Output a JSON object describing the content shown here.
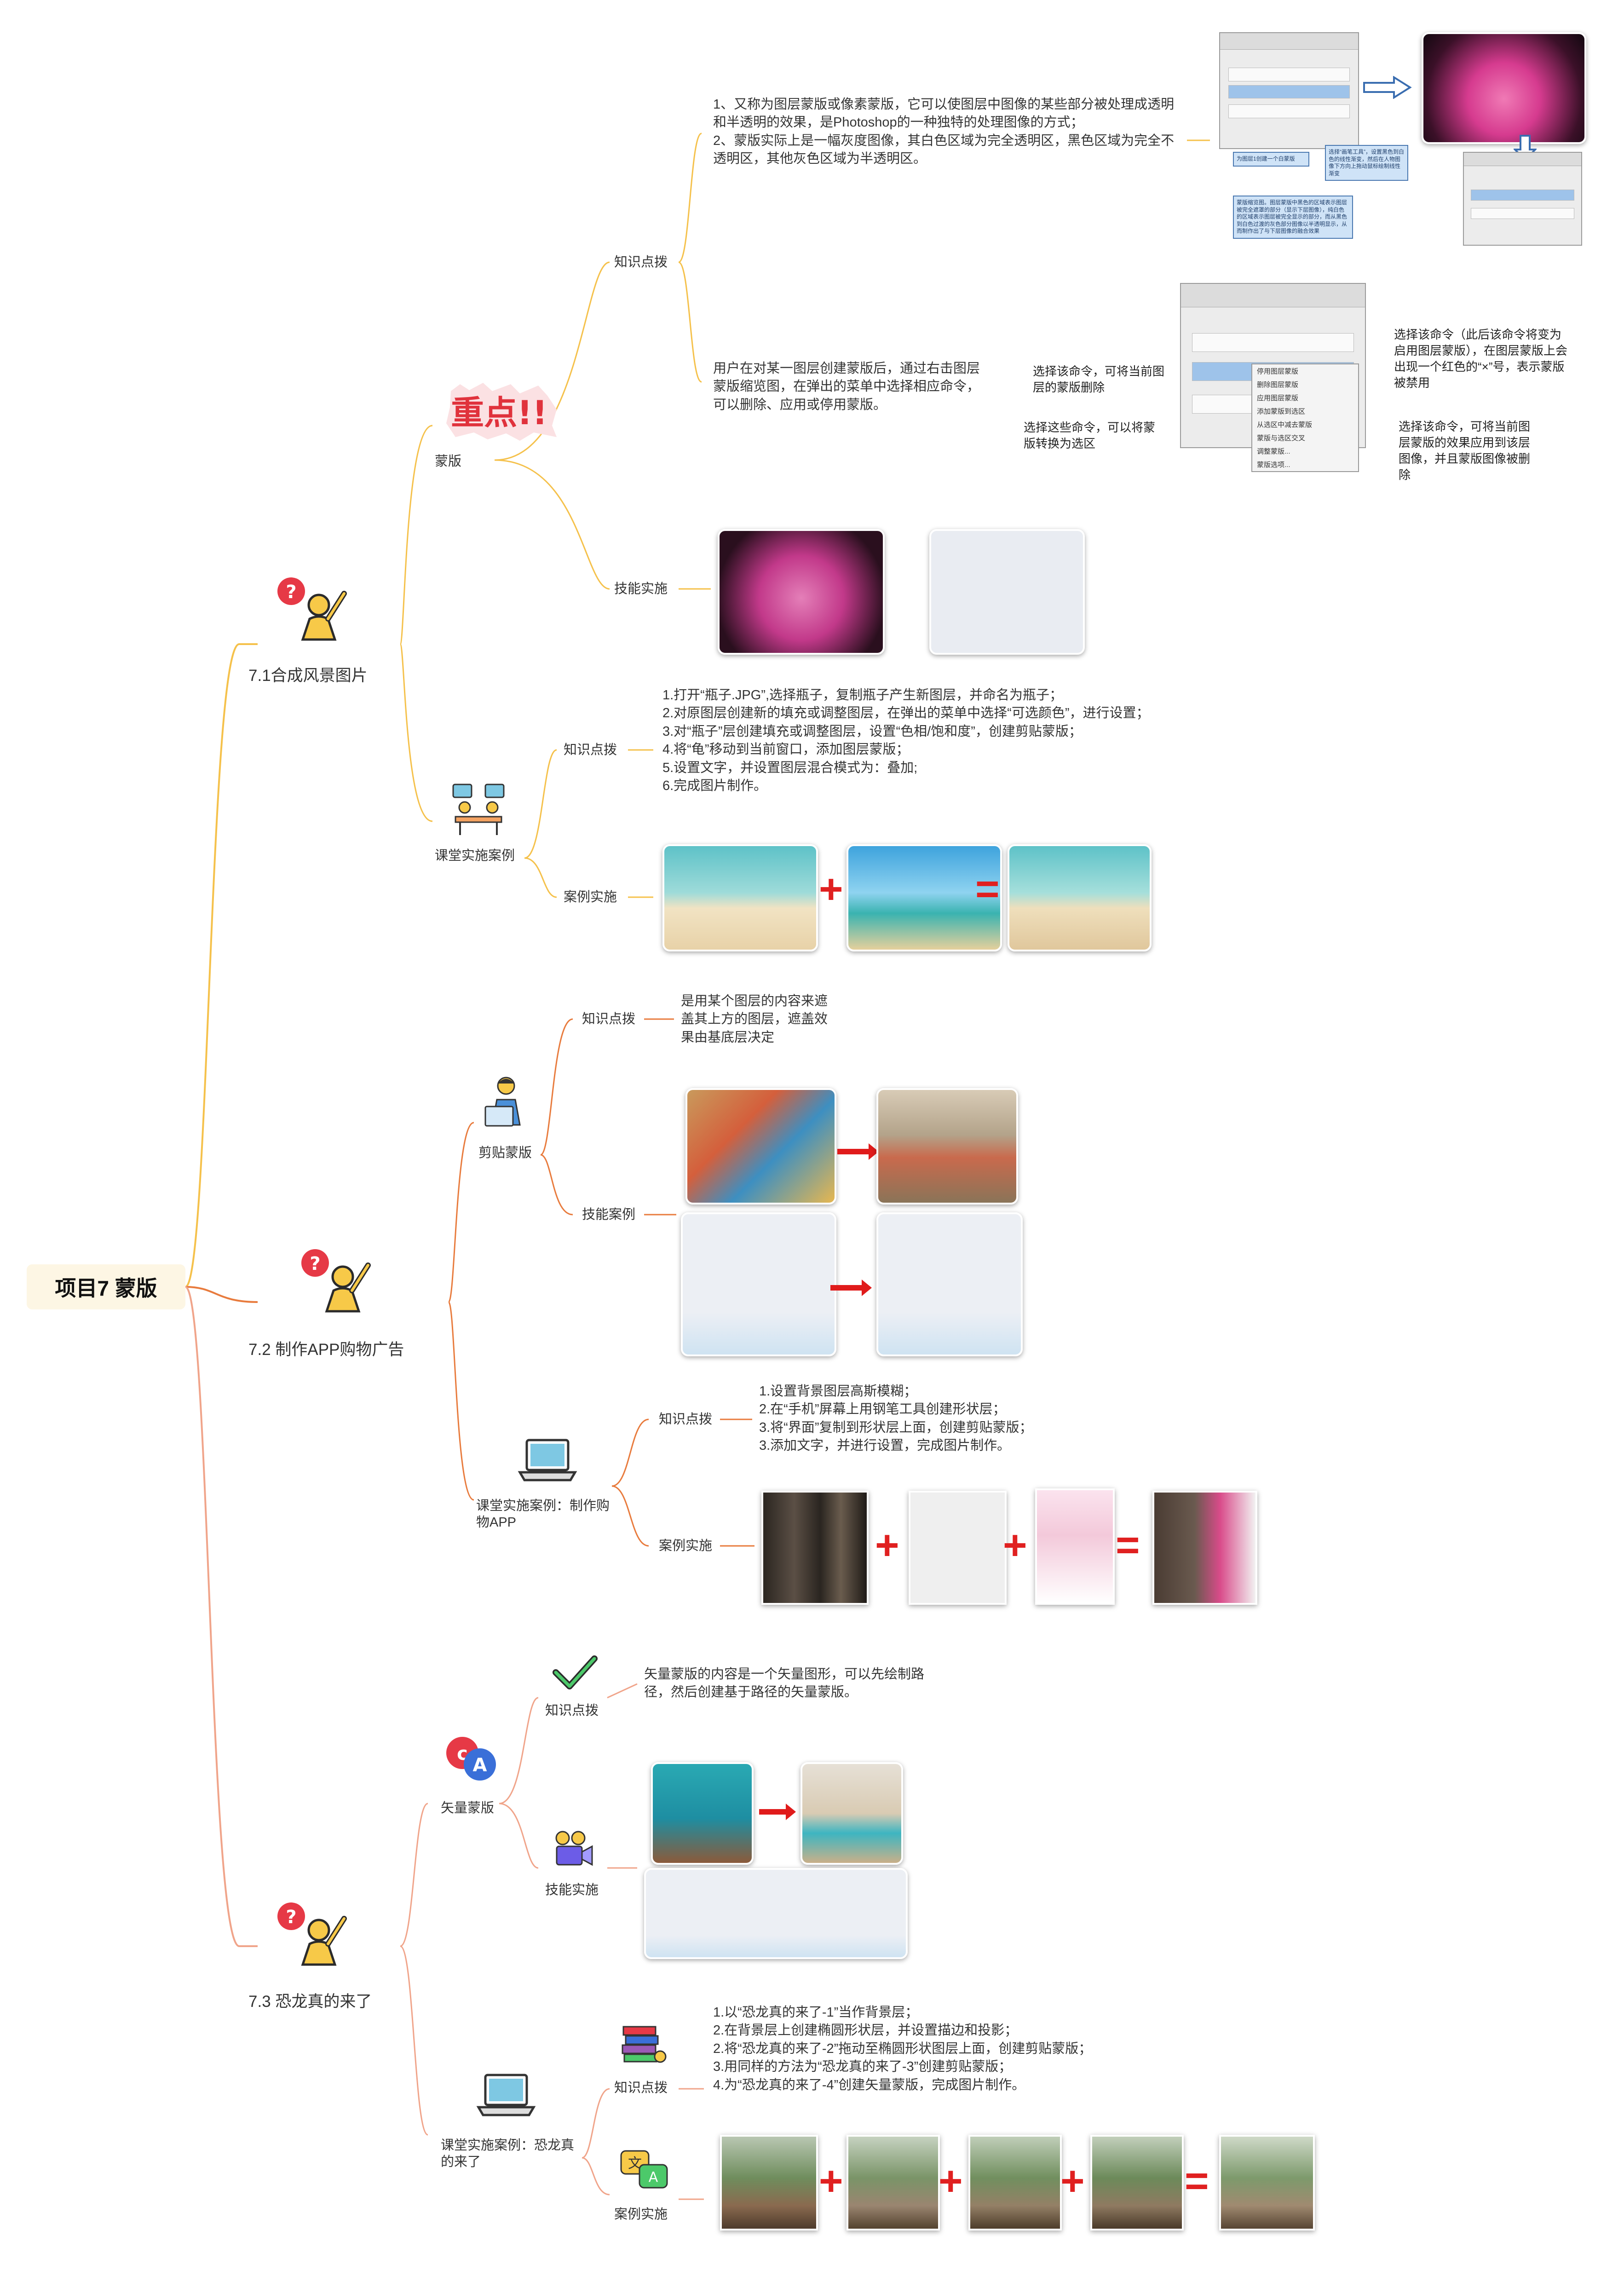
{
  "root": {
    "title": "项目7 蒙版"
  },
  "sections": [
    {
      "title": "7.1合成风景图片",
      "branches": [
        {
          "title": "蒙版",
          "badge": "重点!!",
          "children": [
            {
              "title": "知识点拨",
              "items": [
                {
                  "text": "1、又称为图层蒙版或像素蒙版，它可以使图层中图像的某些部分被处理成透明和半透明的效果，是Photoshop的一种独特的处理图像的方式；\n2、蒙版实际上是一幅灰度图像，其白色区域为完全透明区，黑色区域为完全不透明区，其他灰色区域为半透明区。"
                },
                {
                  "text": "用户在对某一图层创建蒙版后，通过右击图层蒙版缩览图，在弹出的菜单中选择相应命令，可以删除、应用或停用蒙版。"
                }
              ],
              "annotations": {
                "delete": "选择该命令，可将当前图层的蒙版删除",
                "convert": "选择这些命令，可以将蒙版转换为选区",
                "disable": "选择该命令（此后该命令将变为启用图层蒙版），在图层蒙版上会出现一个红色的“×”号，表示蒙版被禁用",
                "apply": "选择该命令，可将当前图层蒙版的效果应用到该层图像，并且蒙版图像被删除"
              },
              "menu_items": [
                "停用图层蒙版",
                "删除图层蒙版",
                "应用图层蒙版",
                "添加蒙版到选区",
                "从选区中减去蒙版",
                "蒙版与选区交叉",
                "调整蒙版...",
                "蒙版选项..."
              ],
              "callouts": [
                "为图层1创建一个白蒙版",
                "选择“画笔工具”，设置黑色到白色的线性渐变，然后在人物图像下方向上拖动鼠标绘制线性渐变",
                "蒙版缩览图。图层蒙版中黑色的区域表示图层被完全遮罩的部分（显示下层图像），纯白色的区域表示图层被完全显示的部分，而从黑色到白色过渡的灰色部分图像以半透明显示，从而制作出了与下层图像的融合效果"
              ]
            },
            {
              "title": "技能实施"
            }
          ]
        },
        {
          "title": "课堂实施案例",
          "children": [
            {
              "title": "知识点拨",
              "text": "1.打开“瓶子.JPG”,选择瓶子，复制瓶子产生新图层，并命名为瓶子；\n2.对原图层创建新的填充或调整图层，在弹出的菜单中选择“可选颜色”，进行设置；\n3.对“瓶子”层创建填充或调整图层，设置“色相/饱和度”，创建剪贴蒙版；\n4.将“龟”移动到当前窗口，添加图层蒙版；\n5.设置文字，并设置图层混合模式为：叠加;\n6.完成图片制作。"
            },
            {
              "title": "案例实施"
            }
          ]
        }
      ]
    },
    {
      "title": "7.2 制作APP购物广告",
      "branches": [
        {
          "title": "剪贴蒙版",
          "children": [
            {
              "title": "知识点拨",
              "text": "是用某个图层的内容来遮盖其上方的图层，遮盖效果由基底层决定"
            },
            {
              "title": "技能案例"
            }
          ]
        },
        {
          "title": "课堂实施案例：制作购物APP",
          "children": [
            {
              "title": "知识点拨",
              "text": "1.设置背景图层高斯模糊；\n2.在“手机”屏幕上用钢笔工具创建形状层；\n3.将“界面”复制到形状层上面，创建剪贴蒙版；\n3.添加文字，并进行设置，完成图片制作。"
            },
            {
              "title": "案例实施"
            }
          ]
        }
      ]
    },
    {
      "title": "7.3 恐龙真的来了",
      "branches": [
        {
          "title": "矢量蒙版",
          "children": [
            {
              "title": "知识点拨",
              "text": "矢量蒙版的内容是一个矢量图形，可以先绘制路径，然后创建基于路径的矢量蒙版。"
            },
            {
              "title": "技能实施"
            }
          ]
        },
        {
          "title": "课堂实施案例：恐龙真的来了",
          "children": [
            {
              "title": "知识点拨",
              "text": "1.以“恐龙真的来了-1”当作背景层；\n2.在背景层上创建椭圆形状层，并设置描边和投影；\n2.将“恐龙真的来了-2”拖动至椭圆形状图层上面，创建剪贴蒙版；\n3.用同样的方法为“恐龙真的来了-3”创建剪贴蒙版；\n4.为“恐龙真的来了-4”创建矢量蒙版，完成图片制作。"
            },
            {
              "title": "案例实施"
            }
          ]
        }
      ]
    }
  ],
  "operators": {
    "plus": "+",
    "equals": "="
  },
  "colors": {
    "branch1": "#f5c14b",
    "branch2": "#e87b3d",
    "branch3": "#f0a48a",
    "root_bg": "#fdf6e4",
    "accent_red": "#e01b1b"
  }
}
